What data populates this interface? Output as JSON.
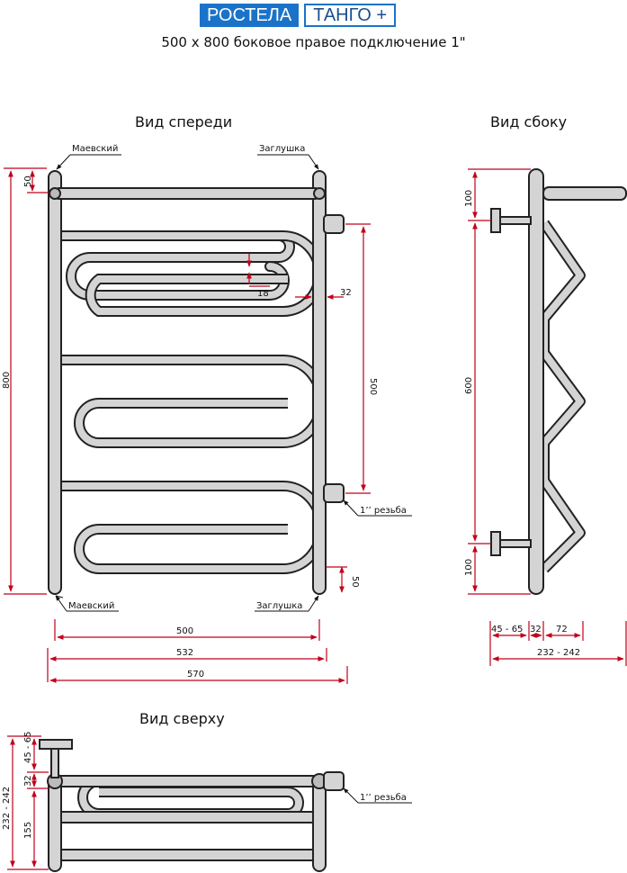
{
  "brand": "РОСТЕЛА",
  "model": "ТАНГО +",
  "subtitle": "500 x 800 боковое правое подключение 1\"",
  "views": {
    "front": "Вид спереди",
    "side": "Вид сбоку",
    "top": "Вид сверху"
  },
  "labels": {
    "mayevsky_top": "Маевский",
    "plug_top": "Заглушка",
    "mayevsky_bottom": "Маевский",
    "plug_bottom": "Заглушка",
    "thread_front": "1’’ резьба",
    "thread_top": "1’’ резьба"
  },
  "dimensions": {
    "front": {
      "top_offset": "50",
      "height": "800",
      "bend_gap": "18",
      "connection_offset": "32",
      "connection_distance": "500",
      "bottom_offset": "50",
      "axis_width": "500",
      "outer_width": "532",
      "total_width": "570"
    },
    "side": {
      "top_offset": "100",
      "middle": "600",
      "bottom_offset": "100",
      "wall_distance": "45 - 65",
      "pipe": "32",
      "shelf": "72",
      "total_depth": "232 - 242"
    },
    "top": {
      "wall_distance": "45 - 65",
      "pipe": "32",
      "total_depth": "232 - 242",
      "inner": "155"
    }
  },
  "colors": {
    "dimension_line": "#c0001a",
    "pipe_stroke": "#222222",
    "pipe_fill": "#d4d4d4",
    "brand_bg": "#1a73c9"
  }
}
